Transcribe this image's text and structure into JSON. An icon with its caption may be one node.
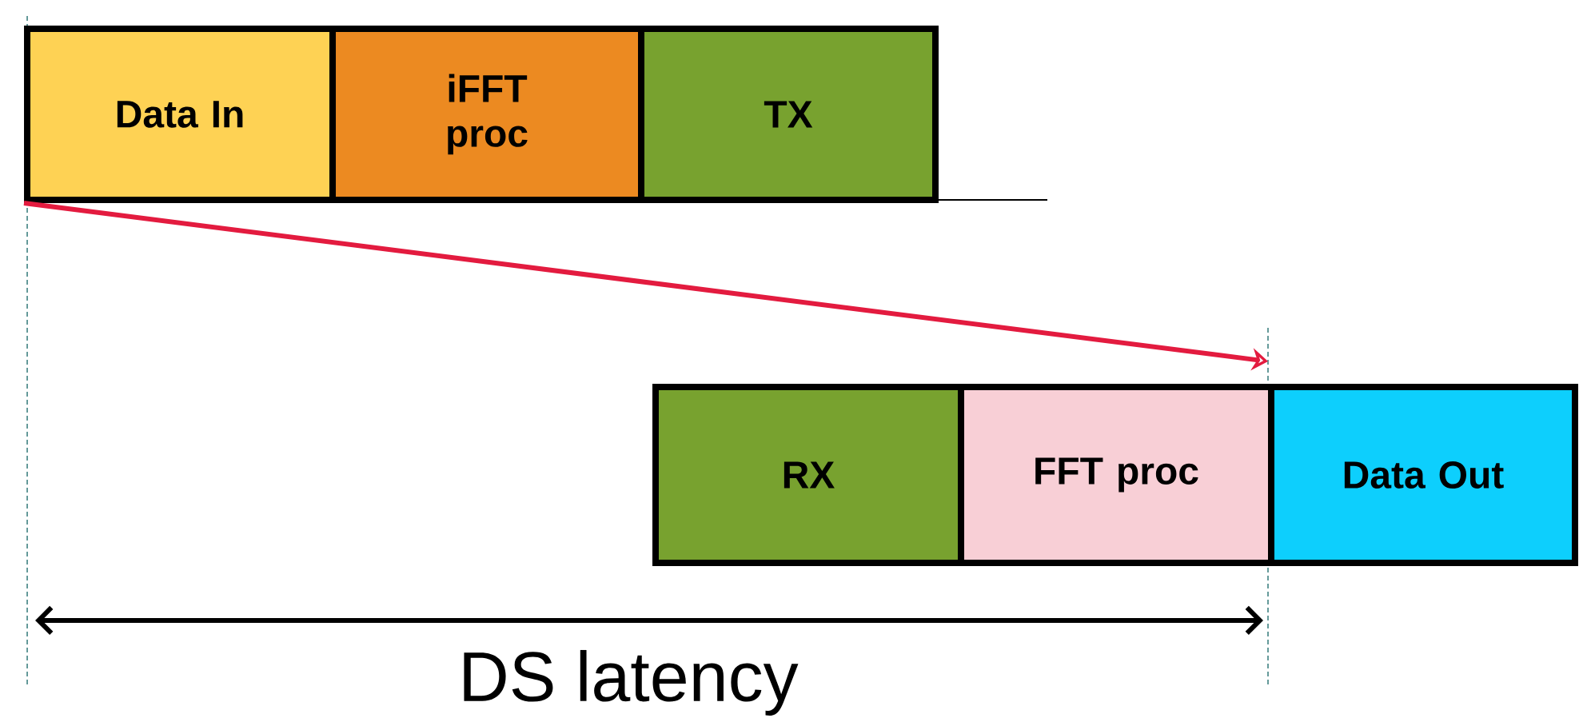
{
  "diagram": {
    "nodes": [
      {
        "text": [
          "Data In"
        ]
      },
      {
        "text": [
          "iFFT proc"
        ]
      },
      {
        "text": [
          "TX"
        ]
      },
      {
        "text": [
          "RX"
        ]
      },
      {
        "text": [
          "FFT proc"
        ]
      },
      {
        "text": [
          "Data Out"
        ]
      }
    ],
    "edges": [
      {
        "from": 0,
        "to": 5,
        "arrow": "to",
        "color": "#e31b3f"
      }
    ],
    "labels": [
      "DS latency"
    ]
  }
}
